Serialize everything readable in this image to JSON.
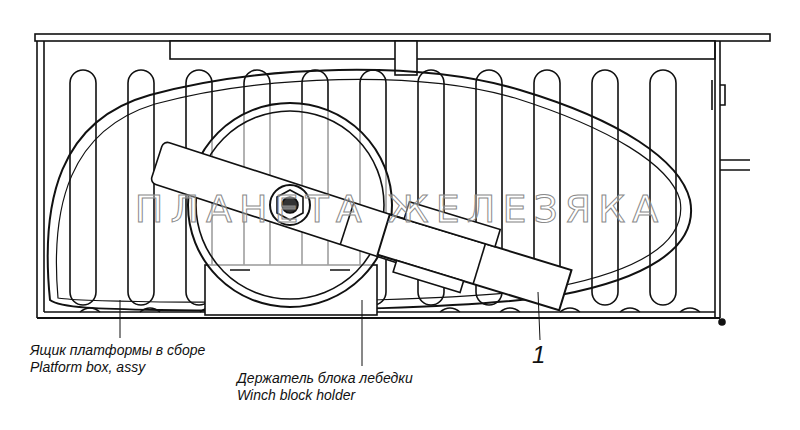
{
  "diagram": {
    "labels": [
      "Ящик платформы в сборе",
      "Platform box, assy",
      "Держатель блока лебедки",
      "Winch block holder",
      "1",
      "ПЛАНЕТА ЖЕЛЕЗЯКА"
    ]
  }
}
